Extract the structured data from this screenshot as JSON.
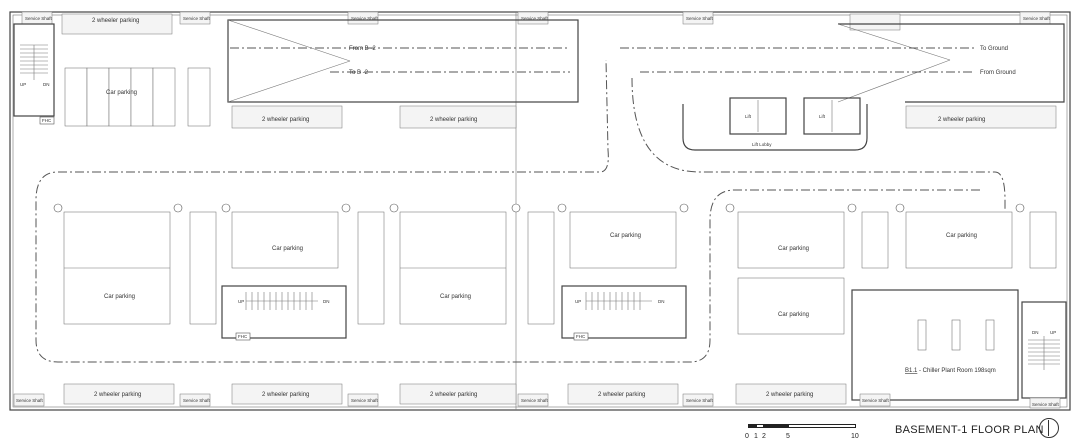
{
  "title": "BASEMENT-1 FLOOR PLAN",
  "scale_bar": {
    "ticks": [
      "0",
      "1",
      "2",
      "5",
      "10"
    ]
  },
  "labels": {
    "service_shaft": "Service Shaft",
    "two_wheeler": "2 wheeler parking",
    "car_parking": "Car parking",
    "from_b2": "From B -2",
    "to_b2": "To B -2",
    "to_ground": "To Ground",
    "from_ground": "From Ground",
    "lift_lobby": "Lift Lobby",
    "lift": "Lift",
    "up": "UP",
    "dn": "DN",
    "fhc": "FHC",
    "chiller_code": "B1.1",
    "chiller_text": " - Chiller Plant Room 198sqm",
    "service_shaft_b": "Service Shaft"
  }
}
